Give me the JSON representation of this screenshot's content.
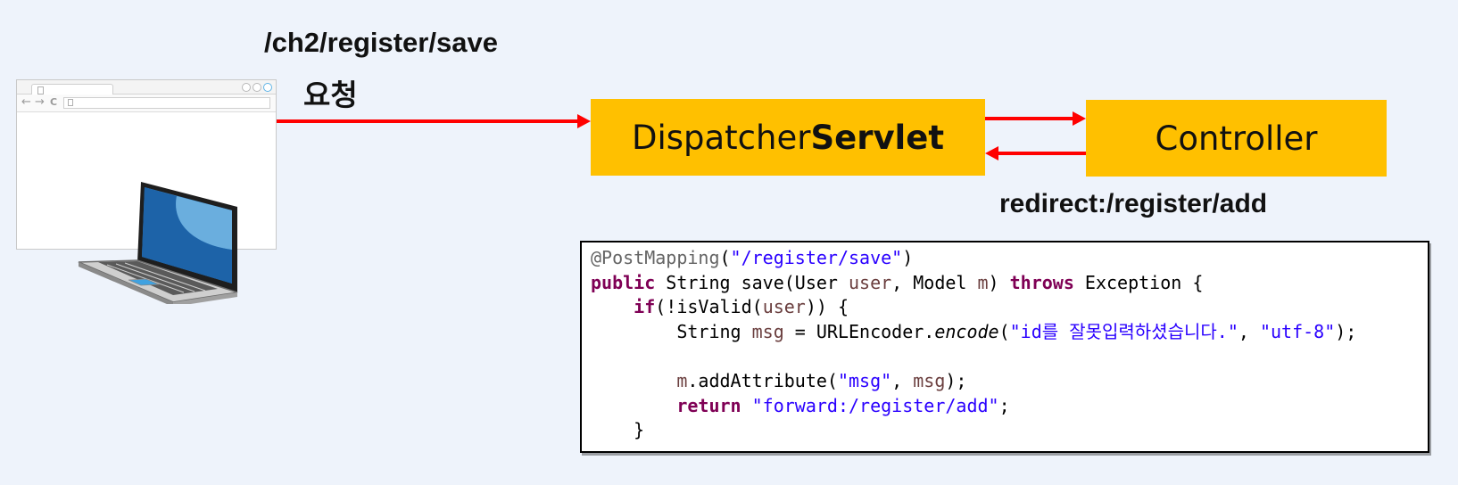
{
  "request": {
    "path": "/ch2/register/save",
    "label": "요청"
  },
  "dispatcher": {
    "label_normal": "Dispatcher",
    "label_bold": "Servlet"
  },
  "controller": {
    "label": "Controller"
  },
  "redirect": {
    "label": "redirect:/register/add"
  },
  "browser": {
    "nav_back": "←",
    "nav_forward": "→",
    "nav_reload": "C"
  },
  "code": {
    "annotation": "@PostMapping",
    "mapping_path": "\"/register/save\"",
    "kw_public": "public",
    "sig_1": " String save(User ",
    "var_user": "user",
    "sig_2": ", Model ",
    "var_m": "m",
    "sig_3": ") ",
    "kw_throws": "throws",
    "sig_4": " Exception {",
    "kw_if": "if",
    "if_1": "(!isValid(",
    "if_var_user": "user",
    "if_2": ")) {",
    "str_decl": "String ",
    "var_msg": "msg",
    "str_assign": " = URLEncoder.",
    "method_encode": "encode",
    "paren_open": "(",
    "str_id_msg": "\"id를 잘못입력하셨습니다.\"",
    "comma": ", ",
    "str_utf8": "\"utf-8\"",
    "end_stmt": ");",
    "var_m2": "m",
    "add_attr": ".addAttribute(",
    "str_msg": "\"msg\"",
    "comma2": ", ",
    "var_msg2": "msg",
    "end_stmt2": ");",
    "kw_return": "return",
    "str_forward": "\"forward:/register/add\"",
    "semicolon": ";",
    "close_brace": "}"
  },
  "colors": {
    "arrow": "#ff0000",
    "box_fill": "#ffc000",
    "background": "#eef3fb"
  }
}
